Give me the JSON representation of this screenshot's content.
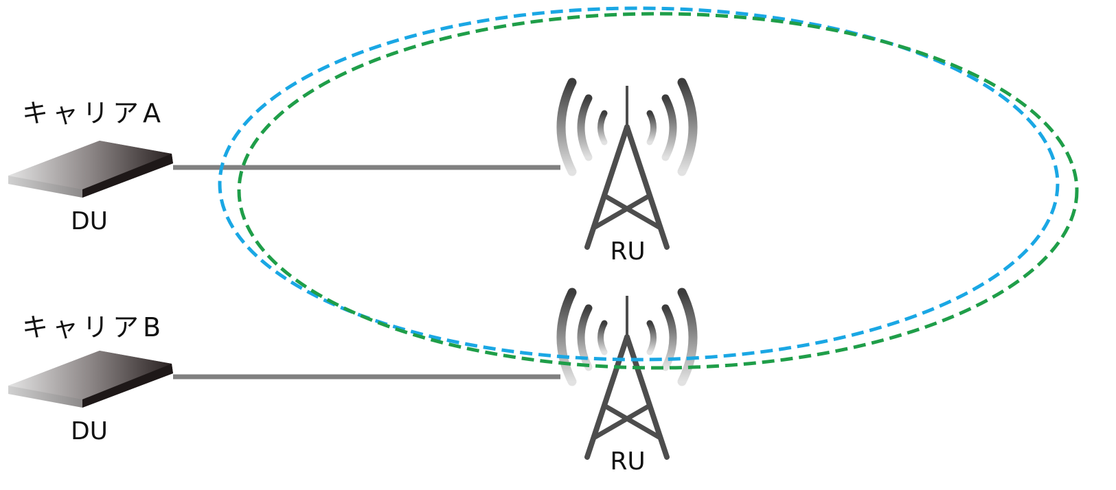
{
  "carriers": [
    {
      "name": "キャリアA",
      "du_label": "DU",
      "ru_label": "RU"
    },
    {
      "name": "キャリアB",
      "du_label": "DU",
      "ru_label": "RU"
    }
  ],
  "colors": {
    "link": "#808080",
    "tower": "#4d4d4d",
    "coverage_blue": "#1aa7e4",
    "coverage_green": "#1f9e49",
    "du_dark": "#2a2222",
    "du_light": "#d8d8d8"
  },
  "icons": [
    "du-device-icon",
    "radio-tower-icon",
    "signal-wave-icon"
  ]
}
